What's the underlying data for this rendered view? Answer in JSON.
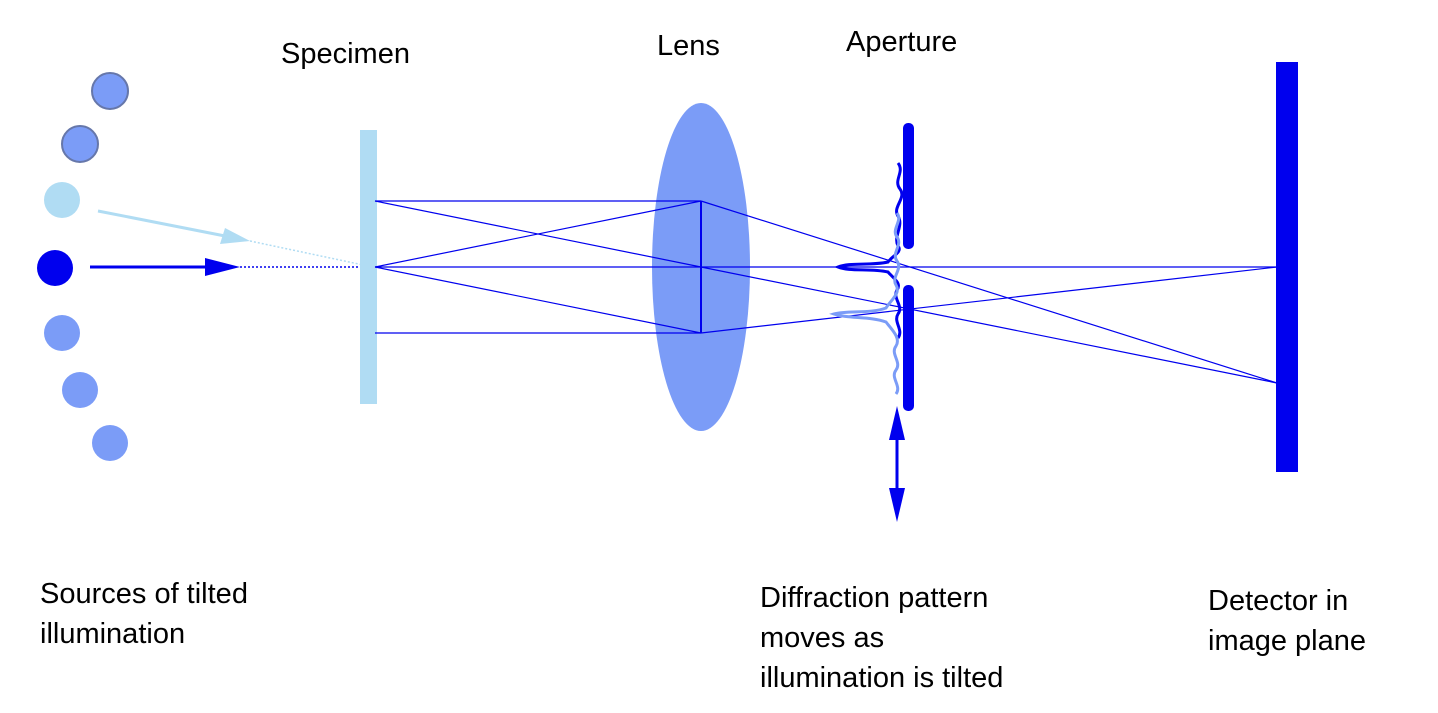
{
  "labels": {
    "specimen": "Specimen",
    "lens": "Lens",
    "aperture": "Aperture",
    "sources": [
      "Sources of tilted",
      "illumination"
    ],
    "diffraction": [
      "Diffraction pattern",
      "moves as",
      "illumination is tilted"
    ],
    "detector": [
      "Detector in",
      "image plane"
    ]
  },
  "colors": {
    "ray": "#0000ee",
    "dark_blue": "#0000ee",
    "medium_blue": "#7b9cf7",
    "light_blue": "#b0dcf3",
    "circle_outline": "#6677aa"
  },
  "sources": {
    "count": 7,
    "highlighted_on_axis": "dark_blue",
    "highlighted_tilted": "light_blue",
    "others": "medium_blue"
  }
}
